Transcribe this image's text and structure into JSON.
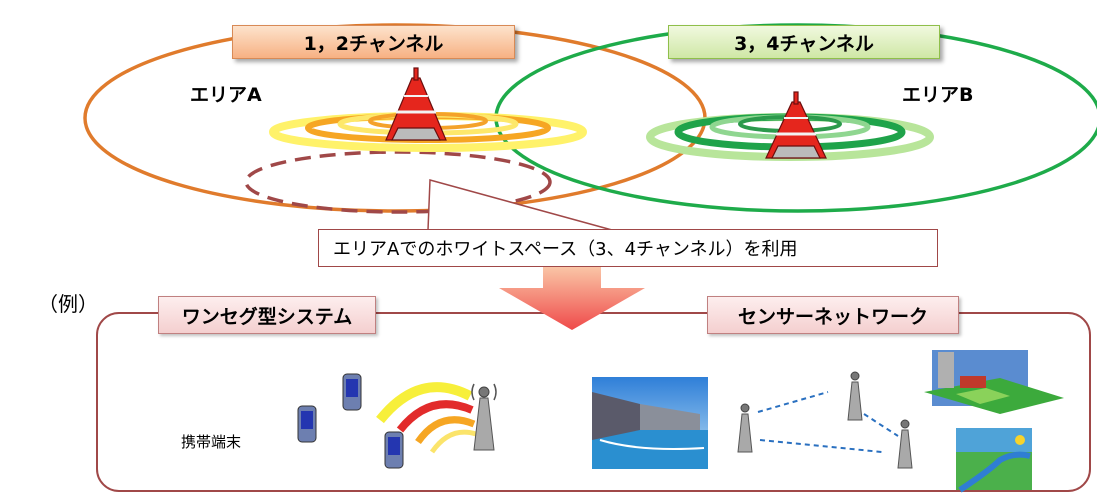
{
  "channels": {
    "area_a_channels": "1，2チャンネル",
    "area_b_channels": "3，4チャンネル"
  },
  "areas": {
    "a": "エリアA",
    "b": "エリアB"
  },
  "callout": "エリアAでのホワイトスペース（3、4チャンネル）を利用",
  "example_label": "（例）",
  "systems": {
    "oneseg": "ワンセグ型システム",
    "sensor": "センサーネットワーク"
  },
  "device_label": "携帯端末",
  "colors": {
    "area_a": "#e07b2c",
    "area_b": "#1eab4a",
    "frame": "#a04848",
    "link": "#2a70c0"
  }
}
